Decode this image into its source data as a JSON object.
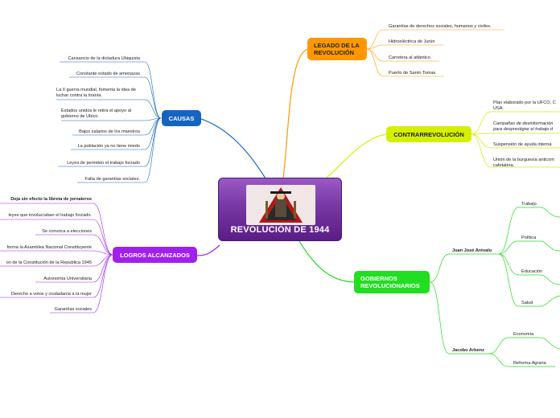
{
  "center": {
    "title": "REVOLUCIÓN DE 1944"
  },
  "causas": {
    "label": "CAUSAS",
    "items": [
      "Cansancio de la dictadura Ubiquista",
      "Constante estado de amenazas",
      "La II guerra mundial, fomenta la idea de luchar contra la tiranía.",
      "Estados unidos le retira el apoyo al gobierno de Ubico.",
      "Bajos salarios de los maestros",
      "La población ya no tiene miedo",
      "Leyes de permiten el trabajo forzado",
      "Falta de garantías sociales."
    ]
  },
  "logros": {
    "label": "LOGROS ALCANZADOS",
    "items": [
      "Deja sin efecto la libreta de jornaleros",
      "leyes que involucraban el trabajo forzado.",
      "Se convoca a elecciones",
      "forma la Asamblea Nacional Constituyente",
      "on de la Constitución de la Republica 1945",
      "Autonomía Universitaria",
      "Derecho a votos y ciudadanía a la mujer",
      "Garantías sociales"
    ]
  },
  "legado": {
    "label": "LEGADO DE LA REVOLUCIÓN",
    "items": [
      "Garantías de derechos sociales, humanos y civiles.",
      "Hidroeléctrica de Jurún",
      "Carretera al atlántico",
      "Puerto de Santo Tomas"
    ]
  },
  "contra": {
    "label": "CONTRARREVOLUCIÓN",
    "items": [
      "Plan elaborado por la UFCO, C USA.",
      "Campañas de desinformación para desprestigiar el trabajo d",
      "Suspensión de ayuda interna",
      "Unión de la burguesía anticom cafetalera."
    ]
  },
  "gobiernos": {
    "label": "GOBIERNOS REVOLUCIONARIOS",
    "arevalo": {
      "name": "Juan José Arévalo",
      "items": [
        "Trabajo",
        "Política",
        "Educación",
        "Salud"
      ]
    },
    "arbenz": {
      "name": "Jacobo Arbenz",
      "items": [
        "Economía",
        "Reforma Agraria"
      ]
    }
  },
  "colors": {
    "causas": "#1565c0",
    "logros": "#a020f0",
    "legado": "#ff9800",
    "contra": "#d4f000",
    "gobiernos": "#22dd22",
    "center": "#7a3ba8"
  }
}
